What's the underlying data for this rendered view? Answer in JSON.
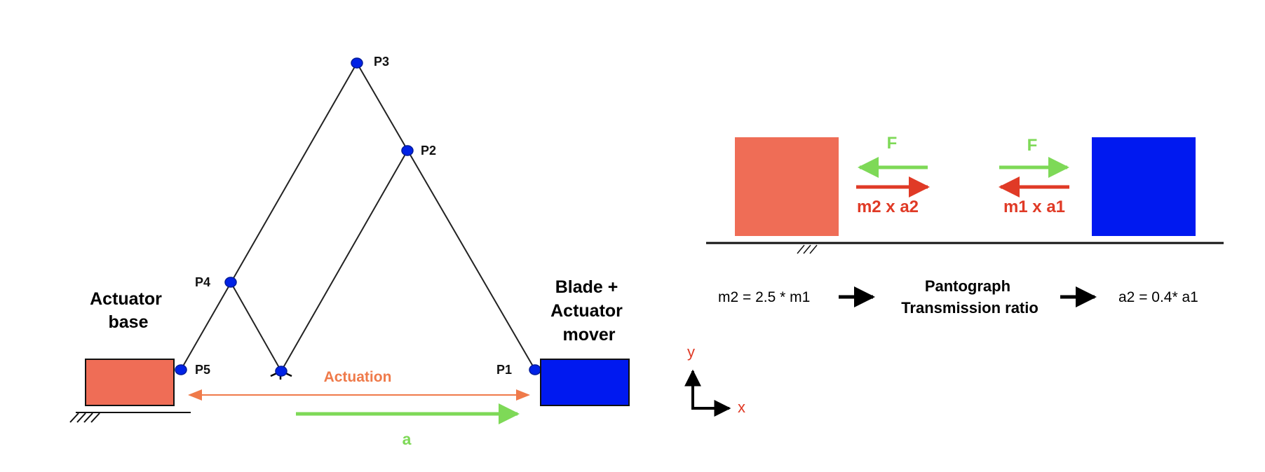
{
  "left_diagram": {
    "joints": {
      "p1": "P1",
      "p2": "P2",
      "p3": "P3",
      "p4": "P4",
      "p5": "P5"
    },
    "actuator_base_label": [
      "Actuator",
      "base"
    ],
    "blade_label": [
      "Blade +",
      "Actuator",
      "mover"
    ],
    "actuation_label": "Actuation",
    "acceleration_label": "a"
  },
  "axes": {
    "y_label": "y",
    "x_label": "x"
  },
  "right_diagram": {
    "force_left_label": "F",
    "force_right_label": "F",
    "inertia_left_label": "m2 x a2",
    "inertia_right_label": "m1 x a1"
  },
  "relation": {
    "mass_eq": "m2 = 2.5 * m1",
    "middle": [
      "Pantograph",
      "Transmission ratio"
    ],
    "accel_eq": "a2 = 0.4* a1"
  },
  "colors": {
    "base_block": "#ef6d56",
    "mover_block": "#0019f0",
    "joint": "#0022e6",
    "link": "#222222",
    "force_green": "#7ed957",
    "inertia_red": "#e03a26",
    "actuation_orange": "#ef7a4a",
    "axis_red": "#e03a26"
  }
}
